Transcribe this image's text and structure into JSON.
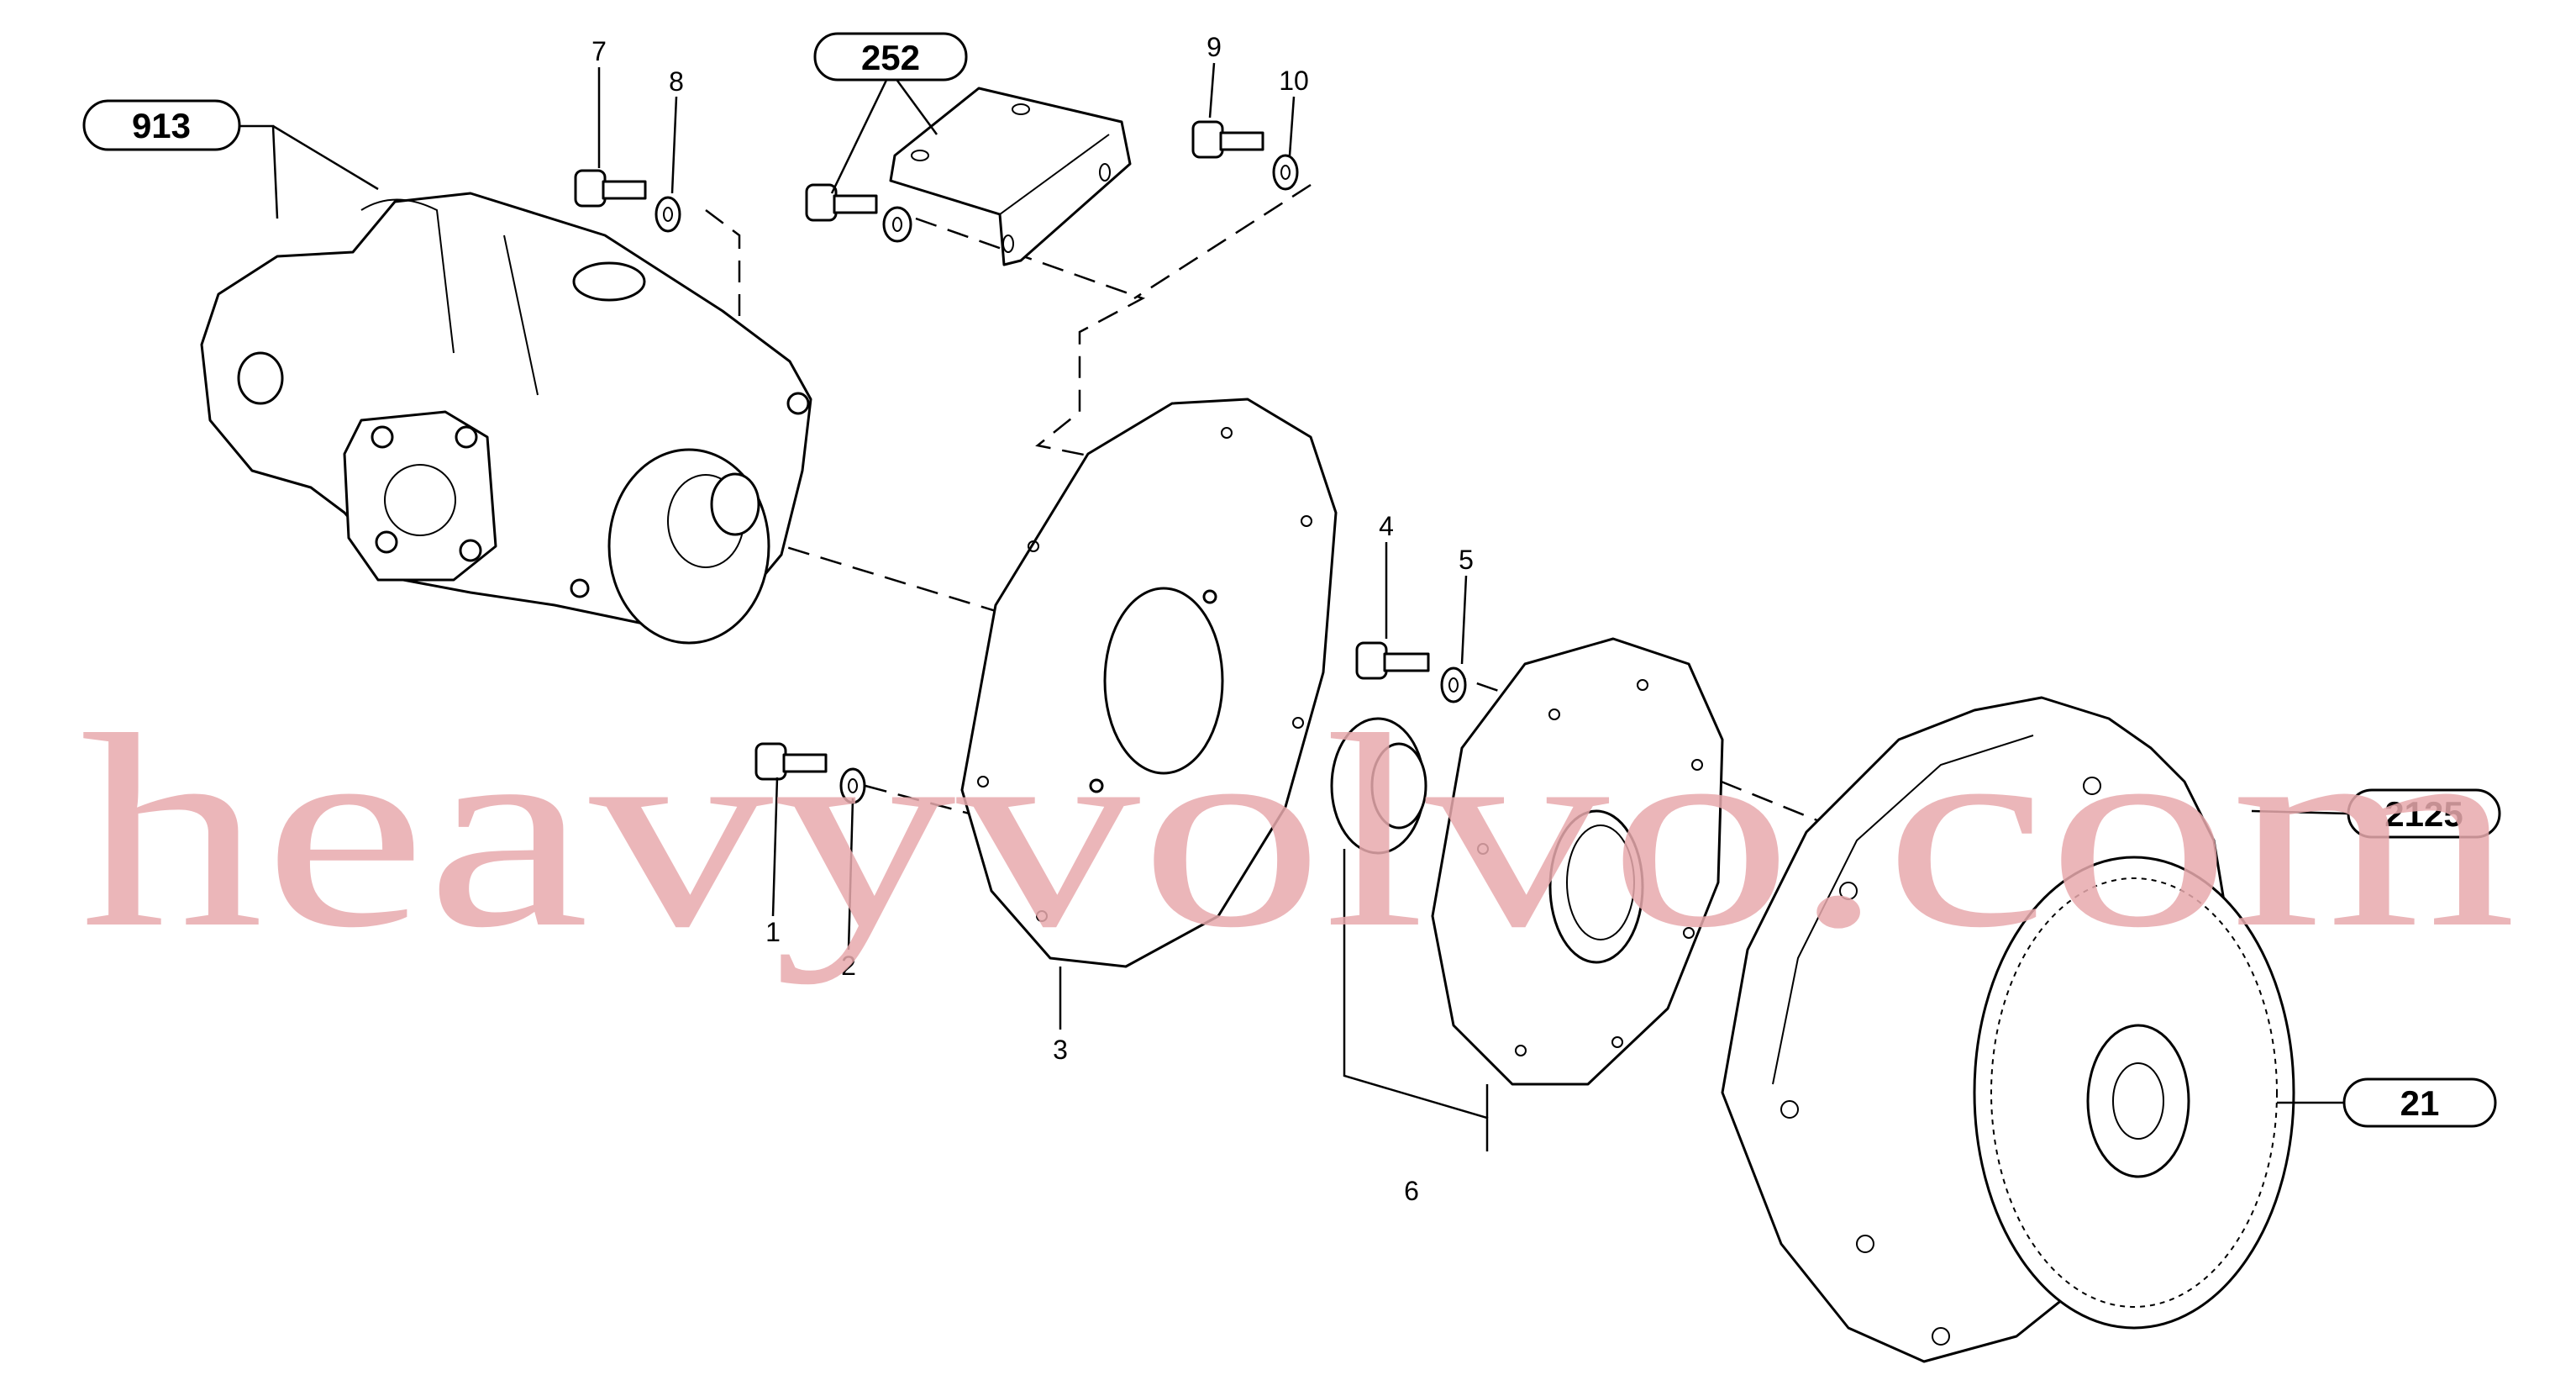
{
  "diagram": {
    "group_labels": {
      "pump_assembly": "913",
      "bracket_kit": "252",
      "flywheel_housing": "2125",
      "flywheel": "21"
    },
    "part_numbers": {
      "screw_1": "1",
      "washer_2": "2",
      "adapter_plate_3": "3",
      "screw_4": "4",
      "washer_5": "5",
      "coupling_6": "6",
      "screw_7": "7",
      "washer_8": "8",
      "screw_9": "9",
      "washer_10": "10"
    },
    "watermark": "heavyvolvo.com"
  }
}
